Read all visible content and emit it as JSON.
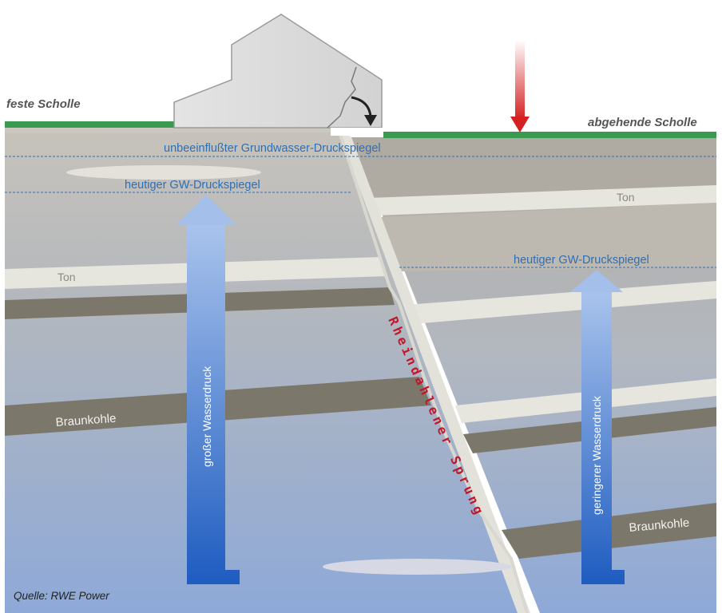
{
  "labels": {
    "left_block": "feste Scholle",
    "right_block": "abgehende Scholle",
    "undisturbed_level": "unbeeinflußter Grundwasser-Druckspiegel",
    "left_current_level": "heutiger GW-Druckspiegel",
    "right_current_level": "heutiger GW-Druckspiegel",
    "left_clay": "Ton",
    "right_clay": "Ton",
    "left_lignite": "Braunkohle",
    "right_lignite": "Braunkohle",
    "left_arrow": "großer Wasserdruck",
    "right_arrow": "geringerer Wasserdruck",
    "fault": "Rheindahlener Sprung",
    "source": "Quelle: RWE Power"
  },
  "colors": {
    "sky": "#ffffff",
    "grass": "#3a9a50",
    "sediment": "#c8c4ba",
    "clay": "#e6e5de",
    "lignite": "#7b776a",
    "water_top": "#b5bcc4",
    "water_bottom": "#8aa8d8",
    "arrow_top": "#a9c3ec",
    "arrow_bottom": "#1e5cc0",
    "fault_text": "#c0182a",
    "level_line": "#2d6fb6",
    "subsidence_arrow": "#d02020"
  }
}
